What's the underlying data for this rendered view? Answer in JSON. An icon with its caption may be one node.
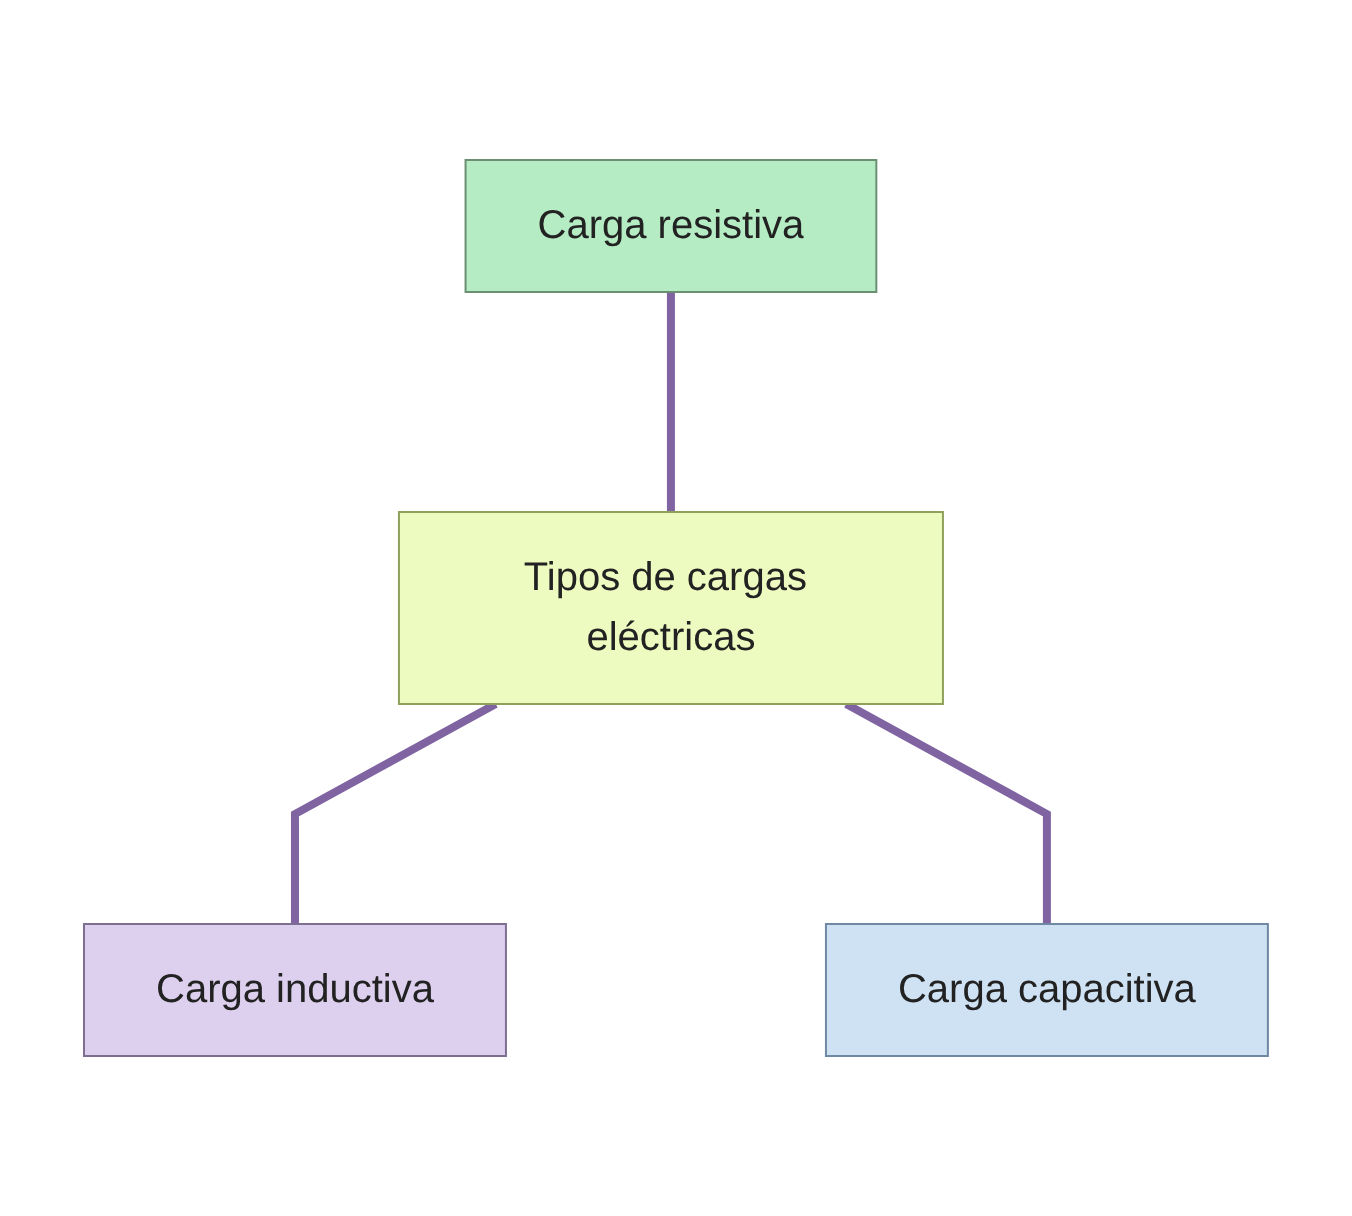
{
  "diagram": {
    "nodes": [
      {
        "text": [
          "Carga resistiva"
        ]
      },
      {
        "text": [
          "Tipos de cargas eléctricas"
        ]
      },
      {
        "text": [
          "Carga inductiva"
        ]
      },
      {
        "text": [
          "Carga capacitiva"
        ]
      }
    ],
    "edges": [
      {
        "from": 0,
        "to": 1,
        "arrow": "none"
      },
      {
        "from": 1,
        "to": 2,
        "arrow": "none"
      },
      {
        "from": 1,
        "to": 3,
        "arrow": "none"
      }
    ]
  }
}
